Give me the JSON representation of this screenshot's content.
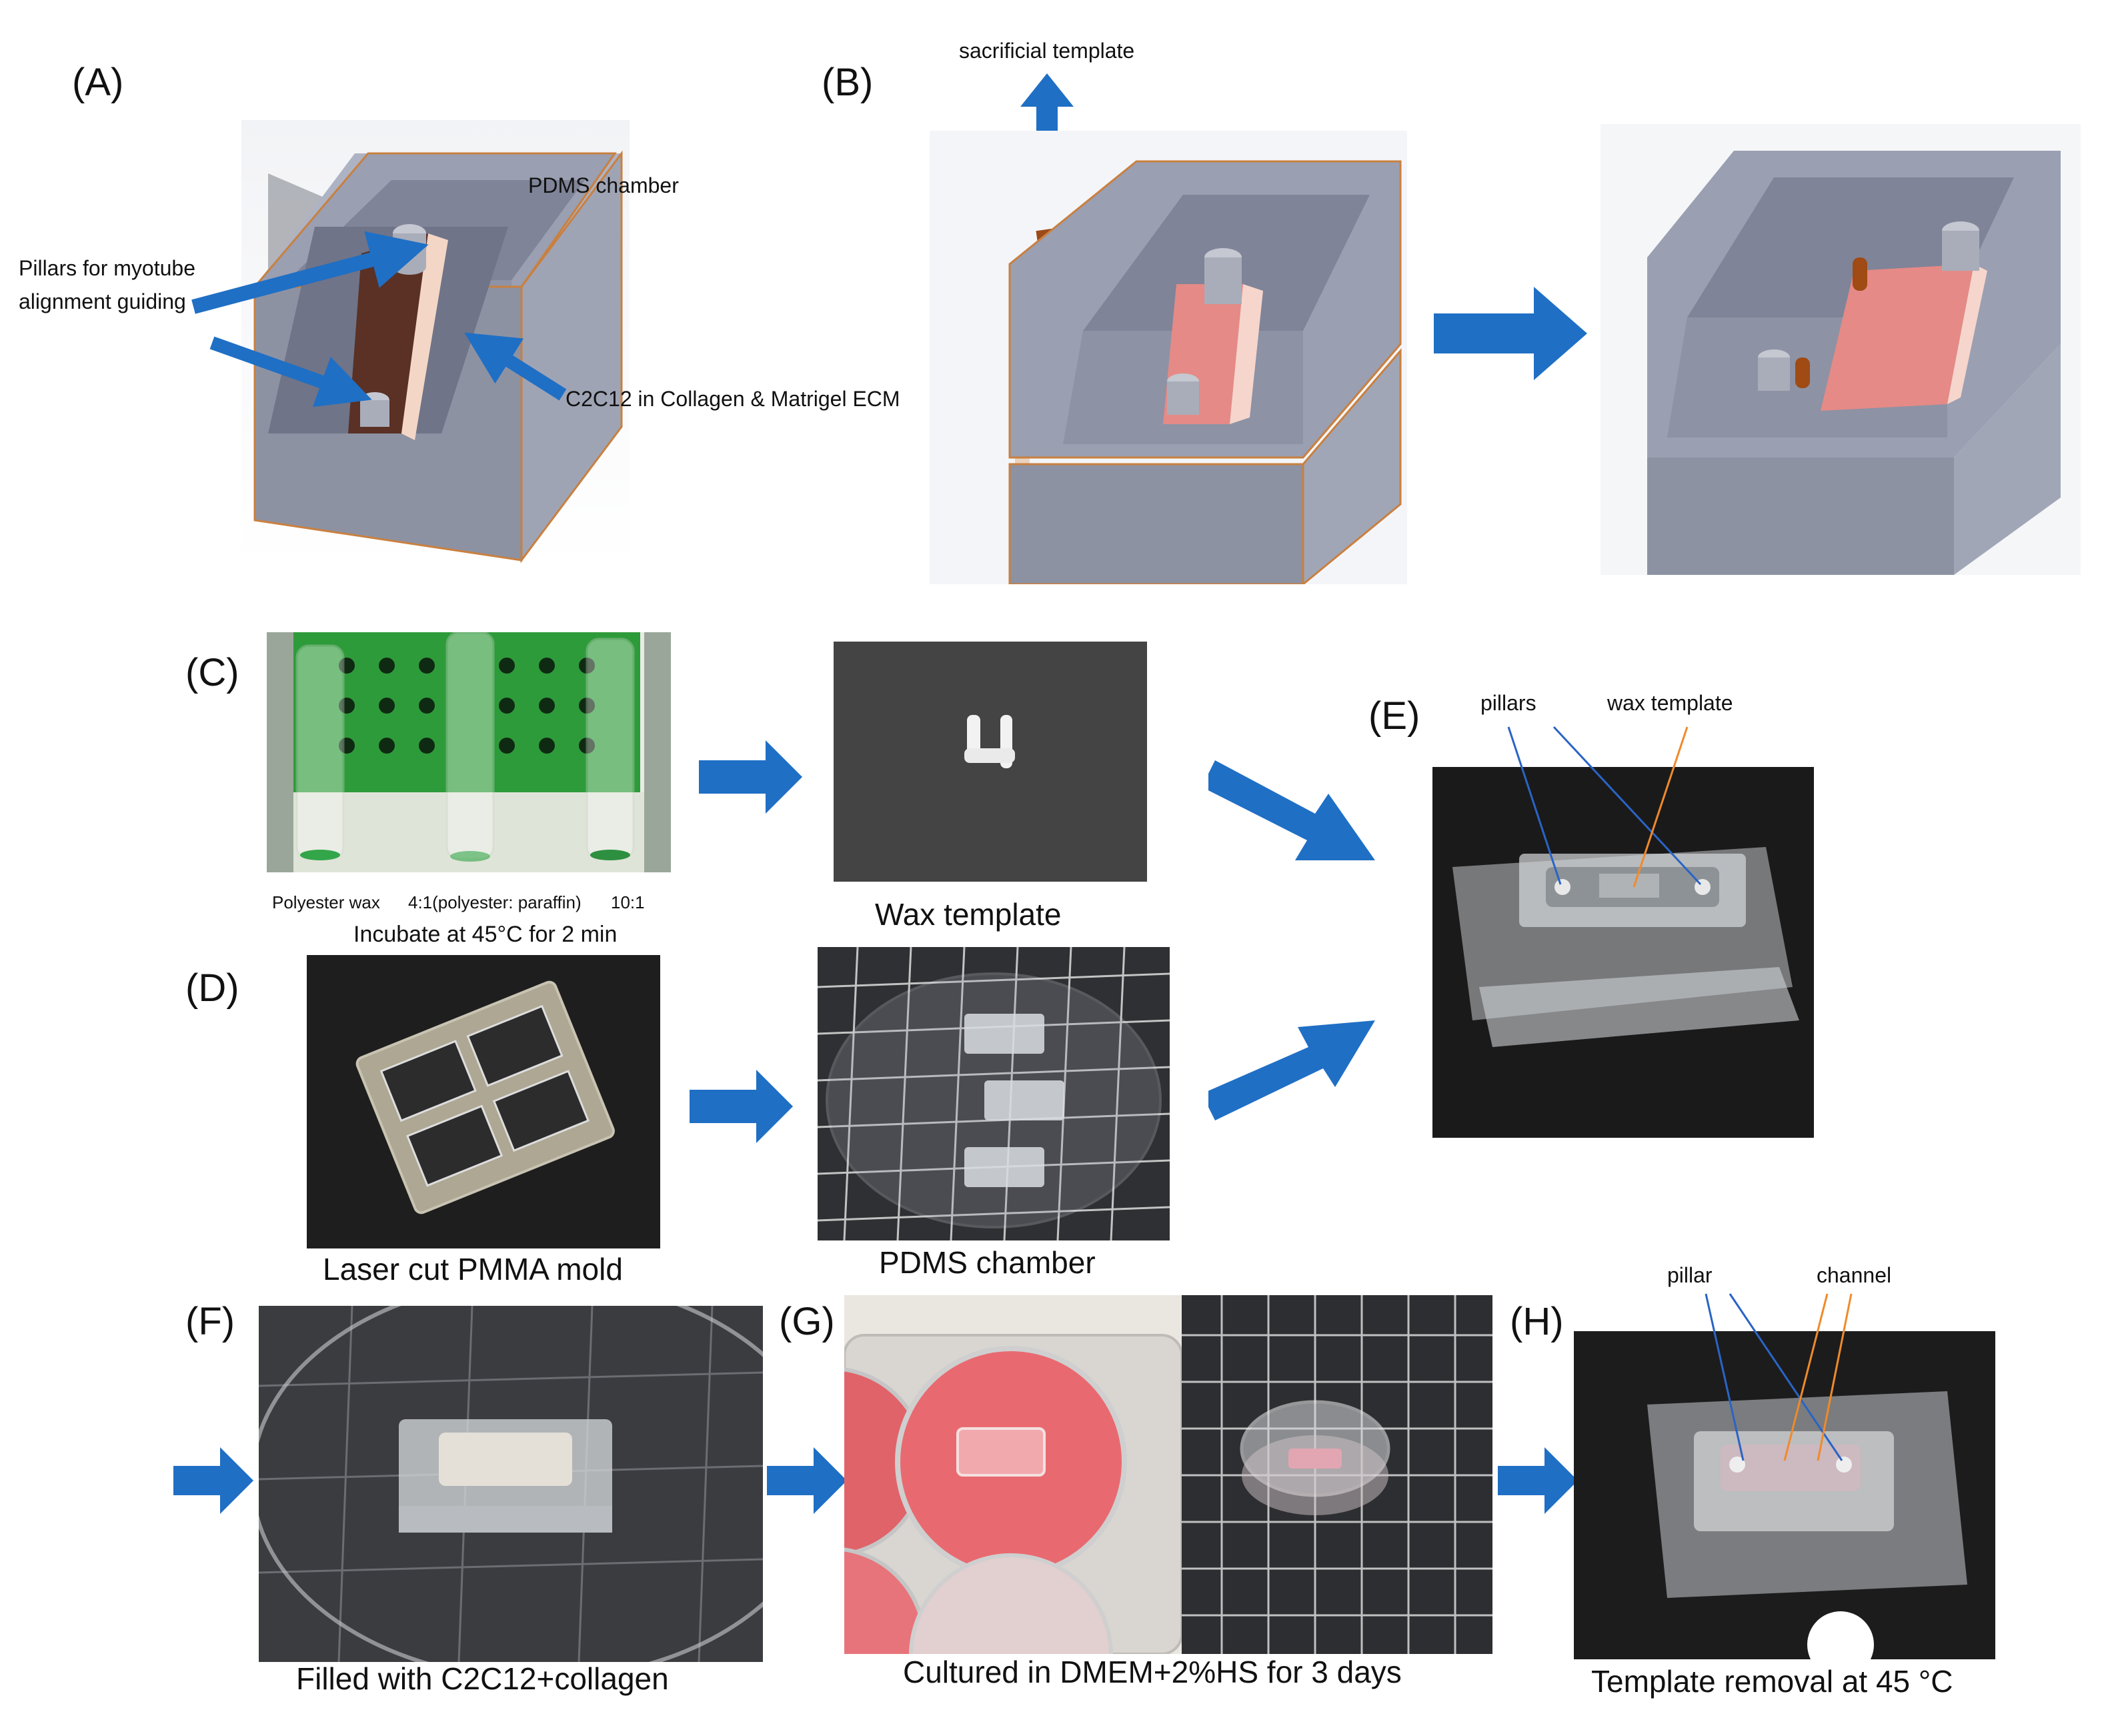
{
  "panels": {
    "A": "(A)",
    "B": "(B)",
    "C": "(C)",
    "D": "(D)",
    "E": "(E)",
    "F": "(F)",
    "G": "(G)",
    "H": "(H)"
  },
  "panel_a": {
    "pdms_chamber": "PDMS chamber",
    "pillars_line1": "Pillars for myotube",
    "pillars_line2": "alignment guiding",
    "cells": "C2C12 in Collagen & Matrigel ECM"
  },
  "panel_b": {
    "sacrificial": "sacrificial template"
  },
  "panel_c": {
    "label1": "Polyester wax",
    "label2": "4:1(polyester: paraffin)",
    "label3": "10:1",
    "incubate": "Incubate at 45°C for 2 min",
    "wax_template": "Wax template"
  },
  "panel_d": {
    "mold": "Laser cut PMMA mold",
    "chamber": "PDMS chamber"
  },
  "panel_e": {
    "pillars": "pillars",
    "wax_template": "wax template"
  },
  "panel_f": {
    "caption": "Filled with C2C12+collagen"
  },
  "panel_g": {
    "caption": "Cultured in DMEM+2%HS for 3 days"
  },
  "panel_h": {
    "pillar": "pillar",
    "channel": "channel",
    "caption": "Template removal at 45 °C"
  },
  "colors": {
    "arrow_blue": "#1f6fc5",
    "pdms_gray": "#8f95a6",
    "wax_brown": "#a04a14",
    "gel_pink": "#e08a86",
    "orange_line": "#f08a2a"
  }
}
